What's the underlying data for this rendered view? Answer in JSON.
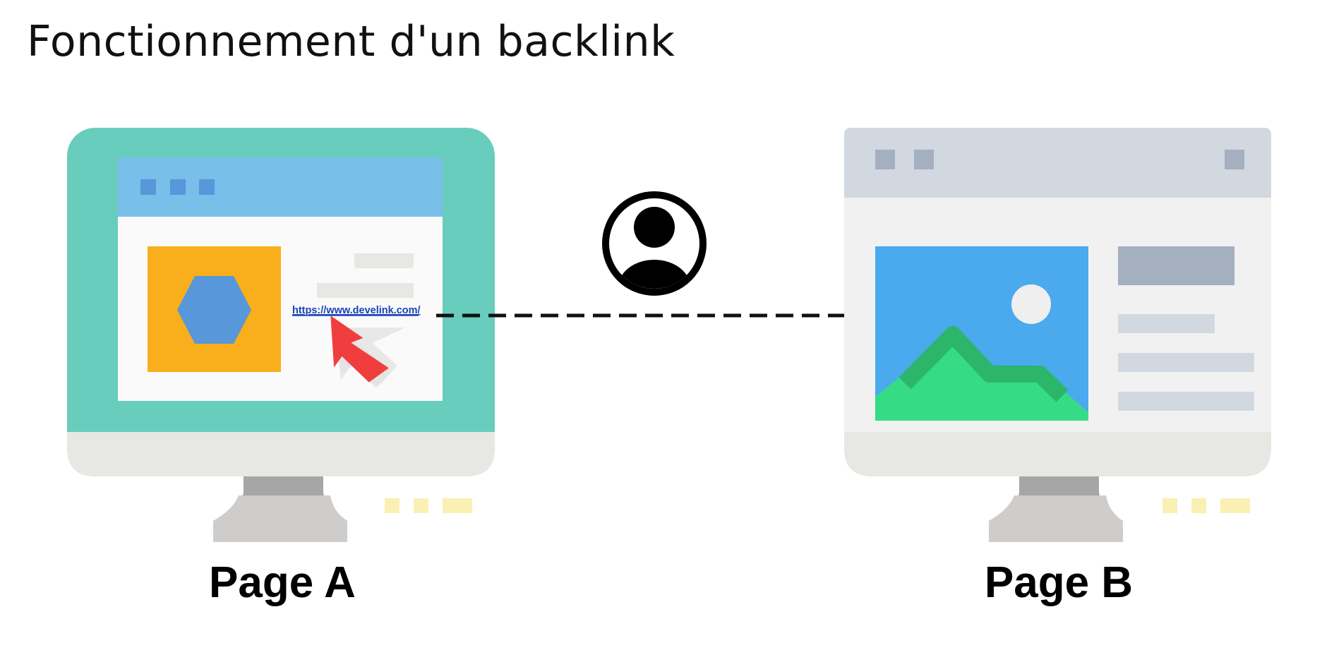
{
  "title": "Fonctionnement d'un backlink",
  "page_a": {
    "label": "Page A",
    "link_text": "https://www.develink.com/"
  },
  "page_b": {
    "label": "Page B"
  },
  "icons": {
    "visitor": "user-circle-icon",
    "cursor": "arrow-cursor-icon",
    "image": "image-landscape-icon",
    "hexagon": "hexagon-icon"
  },
  "colors": {
    "monitor_a_frame": "#68CDBC",
    "monitor_a_header": "#78BFE9",
    "monitor_b_frame": "#F0F1F0",
    "monitor_b_header": "#D1D8E0",
    "image_sky": "#4BA9EE",
    "image_mountain": "#36DB86",
    "hexagon_box": "#F9AE1B",
    "hexagon": "#5797DA",
    "cursor": "#F03E3E",
    "link": "#1C43B6",
    "stand": "#CFCDCB"
  }
}
